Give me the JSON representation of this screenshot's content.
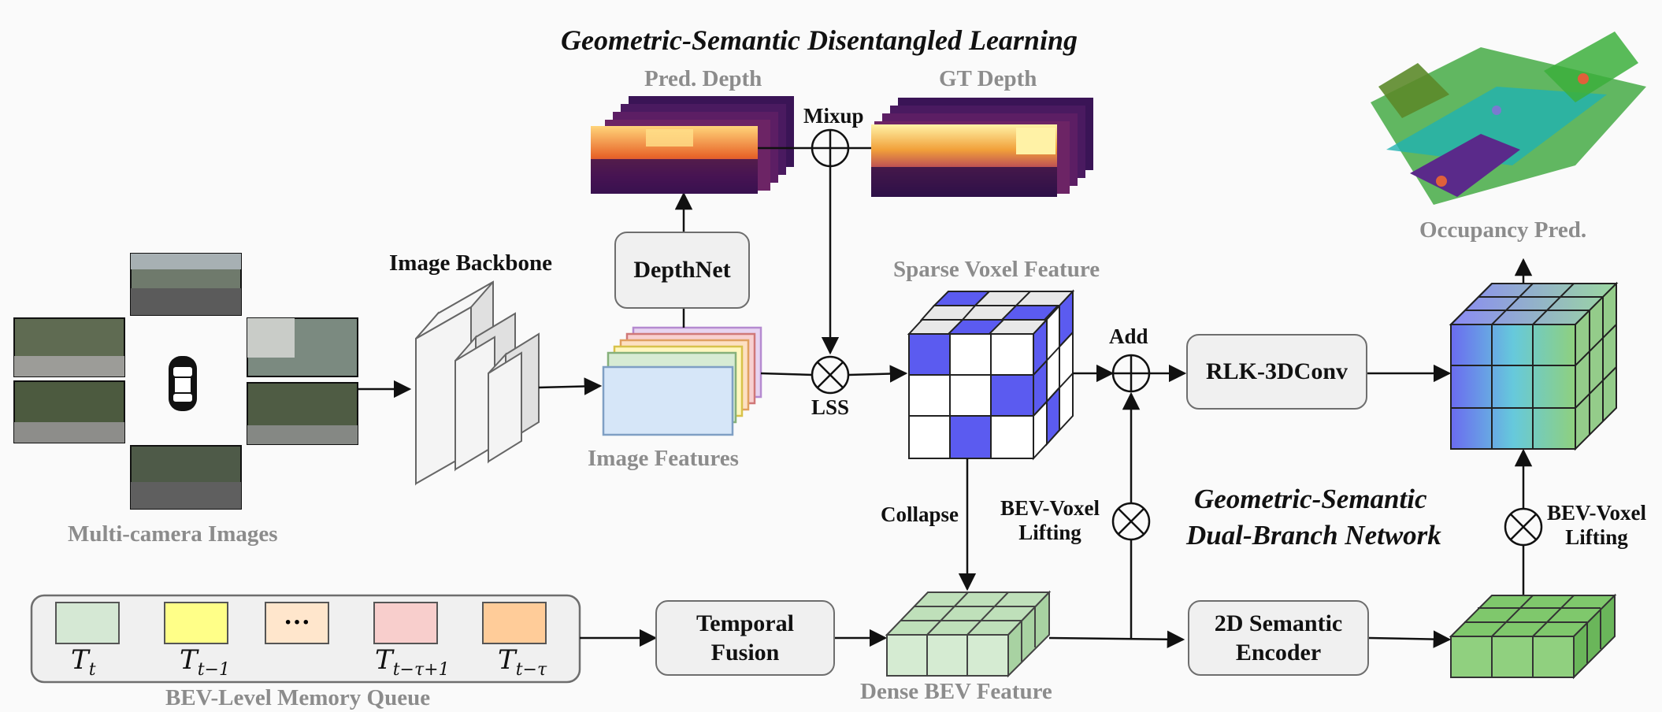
{
  "title_top": "Geometric-Semantic Disentangled Learning",
  "title_mid_line1": "Geometric-Semantic",
  "title_mid_line2": "Dual-Branch Network",
  "labels": {
    "pred_depth": "Pred. Depth",
    "gt_depth": "GT Depth",
    "mixup": "Mixup",
    "image_backbone": "Image Backbone",
    "image_features": "Image Features",
    "sparse_voxel_feature": "Sparse Voxel Feature",
    "lss": "LSS",
    "add": "Add",
    "occupancy_pred": "Occupancy Pred.",
    "multi_camera_images": "Multi-camera Images",
    "collapse": "Collapse",
    "bev_voxel_lifting_1_line1": "BEV-Voxel",
    "bev_voxel_lifting_1_line2": "Lifting",
    "bev_voxel_lifting_2_line1": "BEV-Voxel",
    "bev_voxel_lifting_2_line2": "Lifting",
    "bev_memory_queue": "BEV-Level Memory Queue",
    "dense_bev_feature": "Dense BEV Feature"
  },
  "boxes": {
    "depthnet": "DepthNet",
    "rlk": "RLK-3DConv",
    "temporal_line1": "Temporal",
    "temporal_line2": "Fusion",
    "semantic_line1": "2D Semantic",
    "semantic_line2": "Encoder"
  },
  "memory_queue": [
    {
      "base": "T",
      "sub": "t",
      "color": "#d5e8d4"
    },
    {
      "base": "T",
      "sub": "t−1",
      "color": "#ffff88"
    },
    {
      "base": "",
      "sub": "",
      "text": "···",
      "color": "#ffe6cc"
    },
    {
      "base": "T",
      "sub": "t−τ+1",
      "color": "#f8cecc"
    },
    {
      "base": "T",
      "sub": "t−τ",
      "color": "#ffcc99"
    }
  ],
  "colors": {
    "voxel_blue": "#5b5bf0",
    "bev_green": "#cfe5cc",
    "semantic_green": "#8fd07e",
    "arrow": "#111111",
    "gray_text": "#8c8c8c"
  }
}
